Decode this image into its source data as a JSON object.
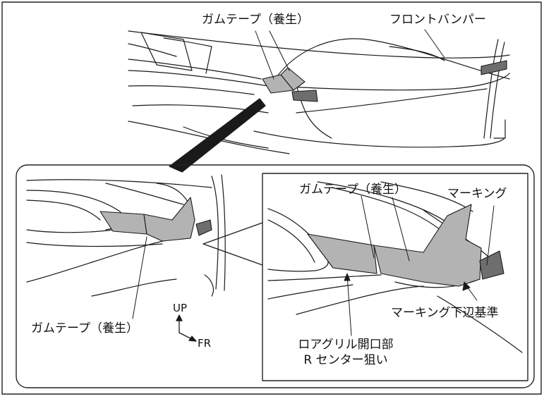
{
  "labels": {
    "gum_tape_top": "ガムテープ（養生）",
    "front_bumper": "フロントバンパー",
    "gum_tape_right": "ガムテープ（養生）",
    "marking": "マーキング",
    "gum_tape_left": "ガムテープ（養生）",
    "marking_lower_edge": "マーキング下辺基準",
    "lower_grille_line1": "ロアグリル開口部",
    "lower_grille_line2": "R センター狙い",
    "dir_up": "UP",
    "dir_fr": "FR"
  },
  "colors": {
    "tape": "#b3b3b3",
    "marking": "#6e6e6e",
    "line": "#1a1a1a"
  }
}
